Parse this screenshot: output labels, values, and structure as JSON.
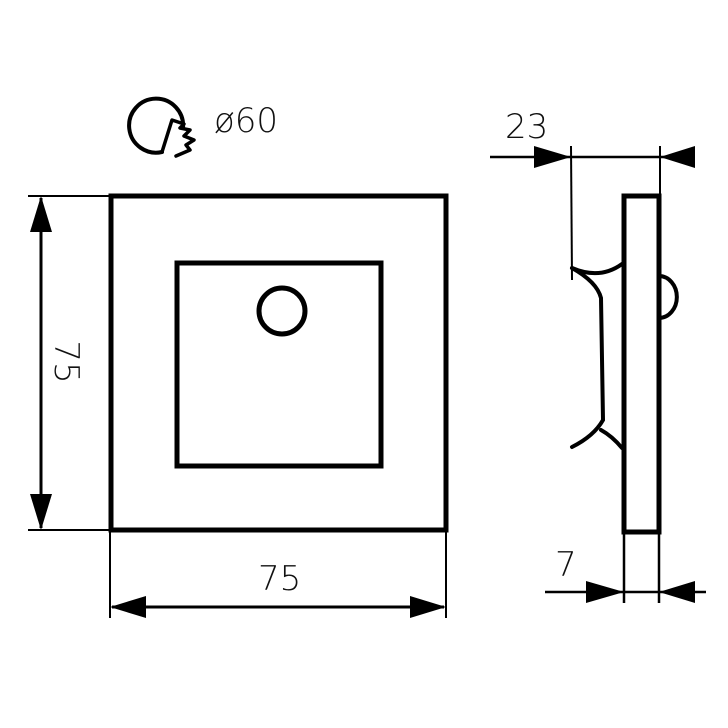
{
  "drawing": {
    "stroke_color": "#000000",
    "background": "#ffffff",
    "cutout_symbol": {
      "icon": "cutout-hole-saw-icon",
      "label": "ø60"
    },
    "front_view": {
      "width_label": "75",
      "height_label": "75"
    },
    "side_view": {
      "depth_total_label": "23",
      "plate_thickness_label": "7"
    }
  }
}
